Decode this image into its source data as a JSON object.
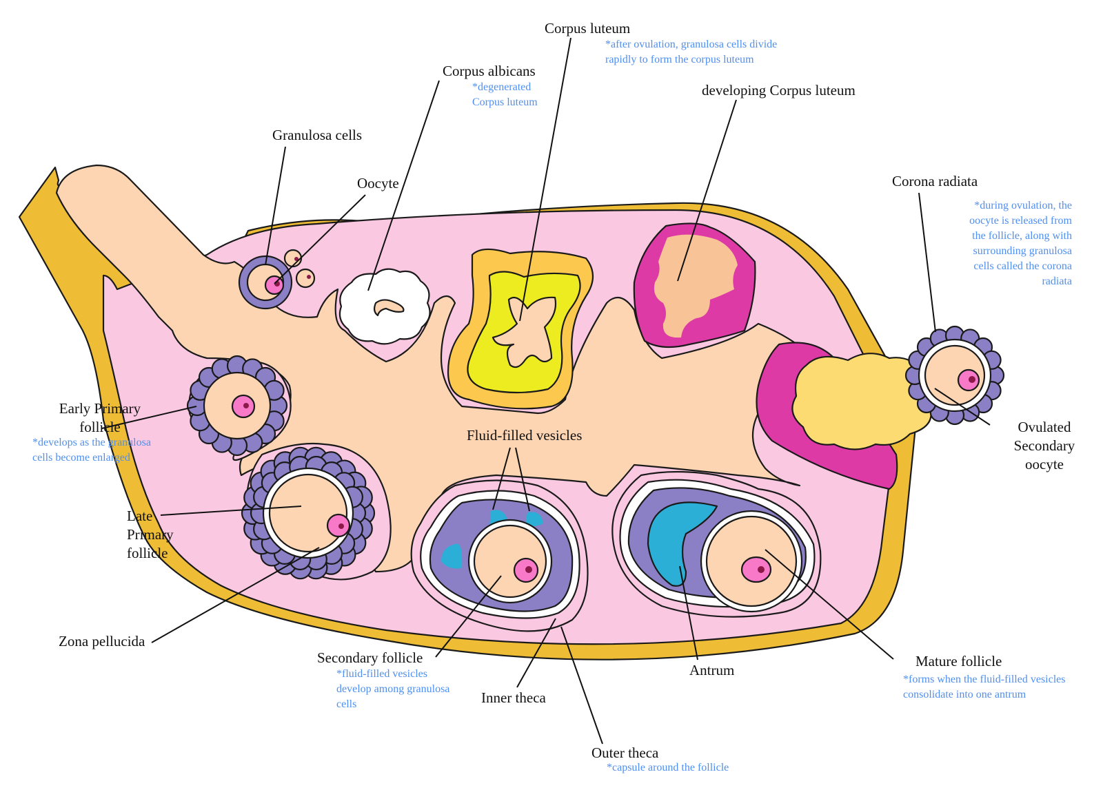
{
  "diagram": {
    "title": "Ovary follicle development cycle",
    "colors": {
      "capsule": "#eebd35",
      "stroma_pink": "#fbc8e2",
      "medulla_peach": "#fdd5b3",
      "granulosa_purple": "#8b7fc6",
      "zona_white": "#ffffff",
      "oocyte_pink": "#f779c8",
      "nucleus": "#8b1a4a",
      "antrum_blue": "#2bafd6",
      "corpus_luteum_outer": "#fcc94e",
      "corpus_luteum_inner": "#ecec20",
      "developing_cl": "#de3aa6",
      "corona_cloud": "#fcdc72",
      "label_text": "#111111",
      "note_text": "#4f8ff0"
    },
    "labels": {
      "corpus_luteum": {
        "title": "Corpus luteum",
        "note": [
          "*after ovulation, granulosa cells divide",
          "rapidly to form the corpus luteum"
        ]
      },
      "corpus_albicans": {
        "title": "Corpus albicans",
        "note": [
          "*degenerated",
          "Corpus luteum"
        ]
      },
      "developing_corpus_luteum": {
        "title": "developing Corpus luteum"
      },
      "granulosa_cells": {
        "title": "Granulosa cells"
      },
      "oocyte": {
        "title": "Oocyte"
      },
      "corona_radiata": {
        "title": "Corona radiata",
        "note": [
          "*during ovulation, the",
          "oocyte is released from",
          "the follicle, along with",
          "surrounding granulosa",
          "cells called the corona",
          "radiata"
        ]
      },
      "early_primary_follicle": {
        "title": [
          "Early Primary",
          "follicle"
        ],
        "note": [
          "*develops as the granulosa",
          "cells become enlarged"
        ]
      },
      "fluid_filled_vesicles": {
        "title": "Fluid-filled vesicles"
      },
      "ovulated_secondary_oocyte": {
        "title": [
          "Ovulated",
          "Secondary",
          "oocyte"
        ]
      },
      "late_primary_follicle": {
        "title": [
          "Late",
          "Primary",
          "follicle"
        ]
      },
      "zona_pellucida": {
        "title": "Zona pellucida"
      },
      "secondary_follicle": {
        "title": "Secondary follicle",
        "note": [
          "*fluid-filled vesicles",
          "develop among granulosa",
          "cells"
        ]
      },
      "inner_theca": {
        "title": "Inner theca"
      },
      "outer_theca": {
        "title": "Outer theca",
        "note": [
          "*capsule around the follicle"
        ]
      },
      "antrum": {
        "title": "Antrum"
      },
      "mature_follicle": {
        "title": "Mature follicle",
        "note": [
          "*forms when the fluid-filled vesicles",
          "consolidate into one antrum"
        ]
      }
    }
  }
}
